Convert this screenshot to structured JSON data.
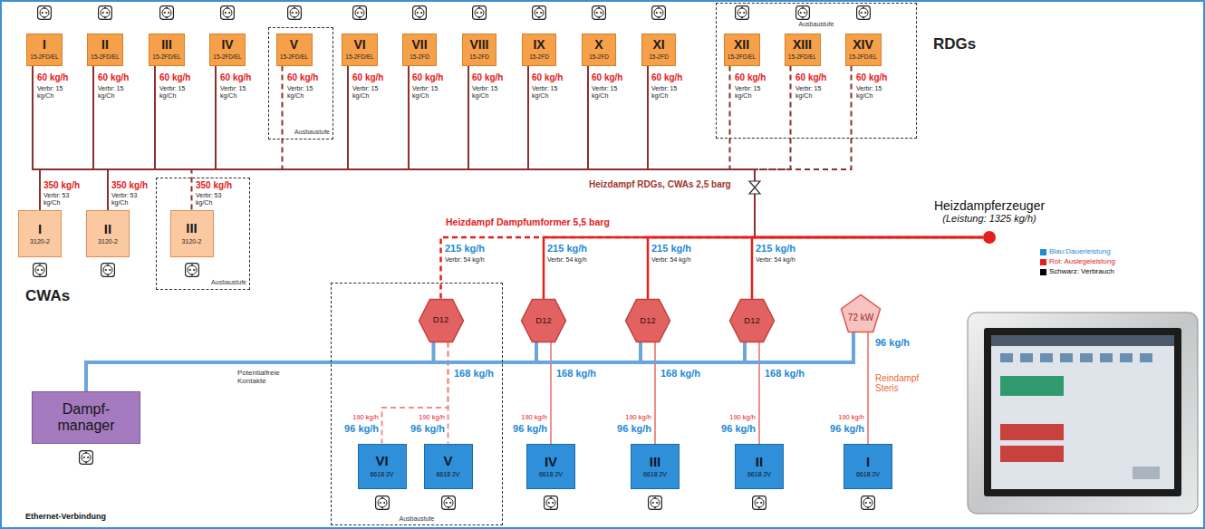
{
  "diagram": {
    "nodes": [
      {
        "text": [
          "I",
          "15-2FD/EL"
        ]
      },
      {
        "text": [
          "II",
          "15-2FD/EL"
        ]
      },
      {
        "text": [
          "III",
          "15-2FD/EL"
        ]
      },
      {
        "text": [
          "IV",
          "15-2FD/EL"
        ]
      },
      {
        "text": [
          "Ausbaustufe"
        ]
      },
      {
        "text": [
          "V",
          "15-2FD/EL"
        ],
        "in": 4
      },
      {
        "text": [
          "VI",
          "15-2FD/EL"
        ]
      },
      {
        "text": [
          "VII",
          "15-2FD"
        ]
      },
      {
        "text": [
          "VIII",
          "15-2FD"
        ]
      },
      {
        "text": [
          "IX",
          "15-2FD"
        ]
      },
      {
        "text": [
          "X",
          "15-2FD"
        ]
      },
      {
        "text": [
          "XI",
          "15-2FD"
        ]
      },
      {
        "text": [
          "Ausbaustufe"
        ]
      },
      {
        "text": [
          "XII",
          "15-2FD/EL"
        ],
        "in": 12
      },
      {
        "text": [
          "XIII",
          "15-2FD/EL"
        ],
        "in": 12
      },
      {
        "text": [
          "XIV",
          "15-2FD/EL"
        ],
        "in": 12
      },
      {
        "text": [
          "I",
          "3120-2"
        ]
      },
      {
        "text": [
          "II",
          "3120-2"
        ]
      },
      {
        "text": [
          "Ausbaustufe"
        ]
      },
      {
        "text": [
          "III",
          "3120-2"
        ],
        "in": 18
      },
      {
        "text": [
          "Heizdampferzeuger",
          "(Leistung: 1325 kg/h)"
        ]
      },
      {
        "text": [
          "Ausbaustufe"
        ]
      },
      {
        "text": [
          "D12"
        ],
        "in": 21
      },
      {
        "text": [
          "D12"
        ]
      },
      {
        "text": [
          "D12"
        ]
      },
      {
        "text": [
          "D12"
        ]
      },
      {
        "text": [
          "72 kW"
        ]
      },
      {
        "text": [
          "Dampf-manager"
        ]
      },
      {
        "text": [
          "VI",
          "6618 2V"
        ],
        "in": 21
      },
      {
        "text": [
          "V",
          "6618 2V"
        ],
        "in": 21
      },
      {
        "text": [
          "IV",
          "6618 2V"
        ]
      },
      {
        "text": [
          "III",
          "6618 2V"
        ]
      },
      {
        "text": [
          "II",
          "6618 2V"
        ]
      },
      {
        "text": [
          "I",
          "6618 2V"
        ]
      }
    ],
    "edges": [
      {
        "from": 0,
        "to": 20,
        "arrow": "none"
      },
      {
        "from": 1,
        "to": 20,
        "arrow": "none"
      },
      {
        "from": 2,
        "to": 20,
        "arrow": "none"
      },
      {
        "from": 3,
        "to": 20,
        "arrow": "none"
      },
      {
        "from": 5,
        "to": 20,
        "arrow": "none"
      },
      {
        "from": 6,
        "to": 20,
        "arrow": "none"
      },
      {
        "from": 7,
        "to": 20,
        "arrow": "none"
      },
      {
        "from": 8,
        "to": 20,
        "arrow": "none"
      },
      {
        "from": 9,
        "to": 20,
        "arrow": "none"
      },
      {
        "from": 10,
        "to": 20,
        "arrow": "none"
      },
      {
        "from": 11,
        "to": 20,
        "arrow": "none"
      },
      {
        "from": 13,
        "to": 20,
        "arrow": "none"
      },
      {
        "from": 14,
        "to": 20,
        "arrow": "none"
      },
      {
        "from": 15,
        "to": 20,
        "arrow": "none"
      },
      {
        "from": 16,
        "to": 20,
        "arrow": "none"
      },
      {
        "from": 17,
        "to": 20,
        "arrow": "none"
      },
      {
        "from": 19,
        "to": 20,
        "arrow": "none"
      },
      {
        "from": 20,
        "to": 22,
        "arrow": "none"
      },
      {
        "from": 20,
        "to": 23,
        "arrow": "none"
      },
      {
        "from": 20,
        "to": 24,
        "arrow": "none"
      },
      {
        "from": 20,
        "to": 25,
        "arrow": "none"
      },
      {
        "from": 22,
        "to": 28,
        "arrow": "none"
      },
      {
        "from": 22,
        "to": 29,
        "arrow": "none"
      },
      {
        "from": 23,
        "to": 30,
        "arrow": "none"
      },
      {
        "from": 24,
        "to": 31,
        "arrow": "none"
      },
      {
        "from": 25,
        "to": 32,
        "arrow": "none"
      },
      {
        "from": 26,
        "to": 33,
        "arrow": "none"
      },
      {
        "from": 27,
        "to": 22,
        "arrow": "none"
      },
      {
        "from": 27,
        "to": 23,
        "arrow": "none"
      },
      {
        "from": 27,
        "to": 24,
        "arrow": "none"
      },
      {
        "from": 27,
        "to": 25,
        "arrow": "none"
      },
      {
        "from": 27,
        "to": 26,
        "arrow": "none"
      }
    ],
    "labels": [
      "60 kg/h",
      "Verbr: 15 kg/Ch",
      "60 kg/h",
      "Verbr: 15 kg/Ch",
      "60 kg/h",
      "Verbr: 15 kg/Ch",
      "60 kg/h",
      "Verbr: 15 kg/Ch",
      "60 kg/h",
      "Verbr: 15 kg/Ch",
      "60 kg/h",
      "Verbr: 15 kg/Ch",
      "60 kg/h",
      "Verbr: 15 kg/Ch",
      "60 kg/h",
      "Verbr: 15 kg/Ch",
      "60 kg/h",
      "Verbr: 15 kg/Ch",
      "60 kg/h",
      "Verbr: 15 kg/Ch",
      "60 kg/h",
      "Verbr: 15 kg/Ch",
      "60 kg/h",
      "Verbr: 15 kg/Ch",
      "60 kg/h",
      "Verbr: 15 kg/Ch",
      "60 kg/h",
      "Verbr: 15 kg/Ch",
      "RDGs",
      "350 kg/h",
      "Verbr: 53 kg/Ch",
      "350 kg/h",
      "Verbr: 53 kg/Ch",
      "350 kg/h",
      "Verbr: 53 kg/Ch",
      "CWAs",
      "Heizdampf RDGs, CWAs 2,5 barg",
      "Heizdampf Dampfumformer 5,5 barg",
      "215 kg/h",
      "Verbr: 54 kg/h",
      "215 kg/h",
      "Verbr: 54 kg/h",
      "215 kg/h",
      "Verbr: 54 kg/h",
      "215 kg/h",
      "Verbr: 54 kg/h",
      "168 kg/h",
      "168 kg/h",
      "168 kg/h",
      "168 kg/h",
      "96 kg/h",
      "Reindampf Steris",
      "Potentialfreie Kontakte",
      "Ethernet-Verbindung",
      "190 kg/h",
      "96 kg/h",
      "190 kg/h",
      "96 kg/h",
      "190 kg/h",
      "96 kg/h",
      "190 kg/h",
      "96 kg/h",
      "190 kg/h",
      "96 kg/h",
      "190 kg/h",
      "96 kg/h"
    ],
    "legend": [
      {
        "text": "Blau:Dauerleistung",
        "color": "#1e8ad6"
      },
      {
        "text": "Rot: Auslegeleistung",
        "color": "#e3201b"
      },
      {
        "text": "Schwarz: Verbrauch",
        "color": "#000000"
      }
    ]
  }
}
